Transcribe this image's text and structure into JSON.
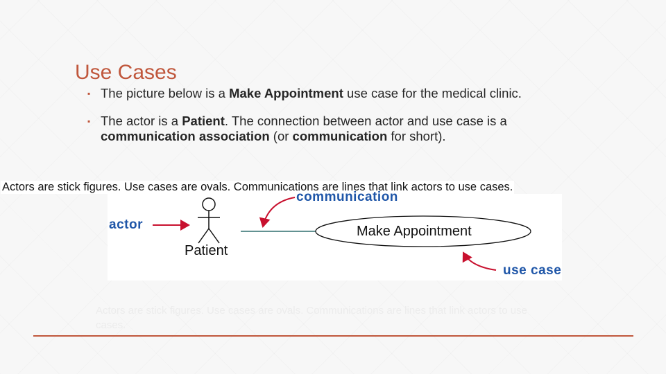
{
  "slide": {
    "title": "Use Cases",
    "bullets": [
      {
        "runs": [
          {
            "text": "The picture below is a ",
            "bold": false
          },
          {
            "text": "Make Appointment",
            "bold": true
          },
          {
            "text": " use case for the medical clinic.",
            "bold": false
          }
        ]
      },
      {
        "runs": [
          {
            "text": "The actor is a ",
            "bold": false
          },
          {
            "text": "Patient",
            "bold": true
          },
          {
            "text": ". The connection between actor and use case is a ",
            "bold": false
          },
          {
            "text": "communication association",
            "bold": true
          },
          {
            "text": " (or ",
            "bold": false
          },
          {
            "text": "communication",
            "bold": true
          },
          {
            "text": " for short).",
            "bold": false
          }
        ]
      }
    ],
    "bullet_marker": "▪",
    "caption_top": "Actors are stick figures. Use cases are ovals. Communications are lines that link actors to use cases.",
    "caption_bottom": "Actors are stick figures. Use cases are ovals. Communications are lines that link actors to use cases."
  },
  "diagram": {
    "communication_label": "communication",
    "actor_label": "actor",
    "use_case_label": "use case",
    "actor_name": "Patient",
    "use_case_name": "Make Appointment"
  },
  "colors": {
    "accent": "#c0573c",
    "annotation_blue": "#1f56a8",
    "annotation_arrow": "#c8102e",
    "association_line": "#2f6f6f"
  }
}
